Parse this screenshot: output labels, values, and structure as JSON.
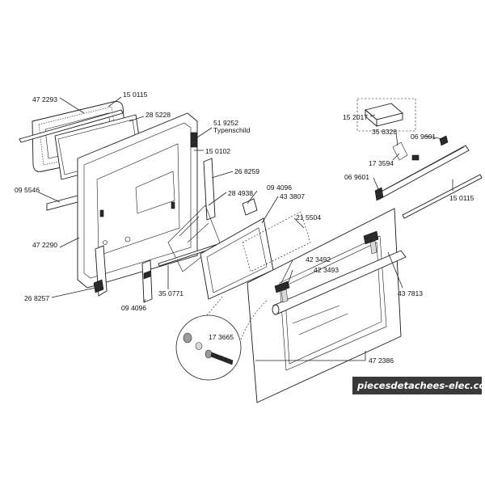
{
  "labels": {
    "p472293": "47 2293",
    "p150115a": "15 0115",
    "p285228": "28 5228",
    "p519252": "51 9252",
    "typenschild": "Typenschild",
    "p150102": "15 0102",
    "p095546": "09 5546",
    "p268259": "26 8259",
    "p284938": "28 4938",
    "p094096a": "09 4096",
    "p433807": "43 3807",
    "p215504": "21 5504",
    "p472290": "47 2290",
    "p350771": "35 0771",
    "p423492": "42 3492",
    "p423493": "42 3493",
    "p268257": "26 8257",
    "p094096b": "09 4096",
    "p173665": "17 3665",
    "p437813": "43 7813",
    "p472386": "47 2386",
    "p152017": "15 2017",
    "p356328": "35 6328",
    "p069601a": "06 9601",
    "p173594": "17 3594",
    "p069601b": "06 9601",
    "p150115b": "15 0115"
  },
  "watermark": "piecesdetachees-elec.com"
}
